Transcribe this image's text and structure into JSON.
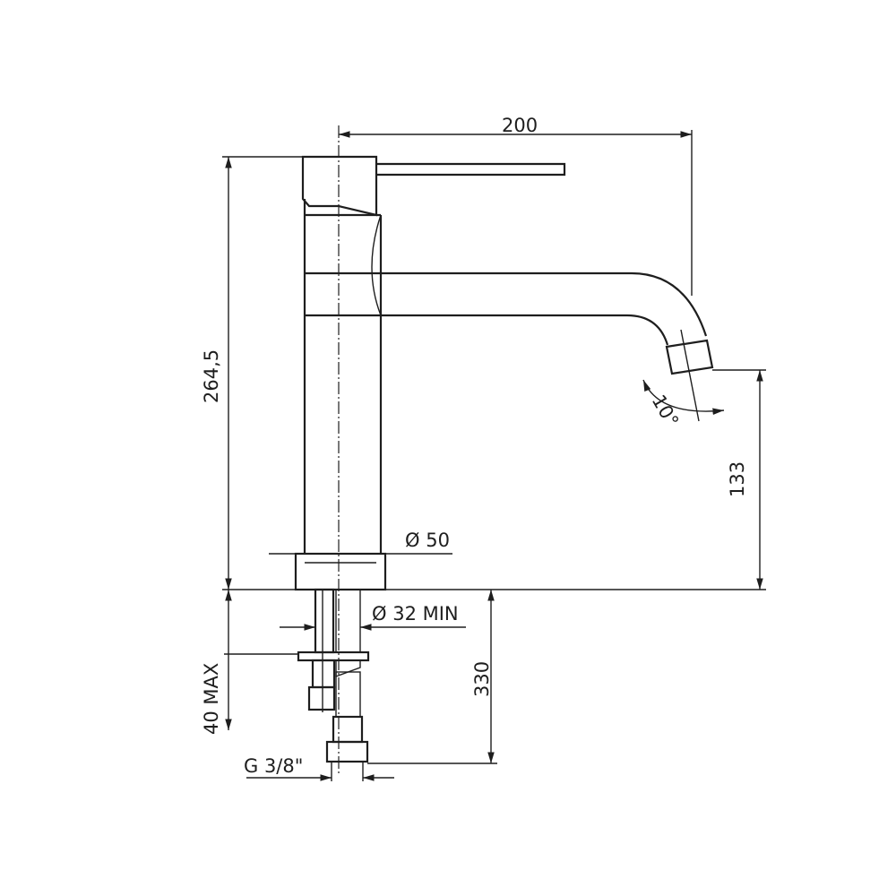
{
  "drawing": {
    "title": "Single-lever basin mixer dimensions",
    "dimensions": {
      "width": "200",
      "height": "264,5",
      "spout_height": "133",
      "body_diameter": "Ø 50",
      "hole_diameter": "Ø 32 MIN",
      "hose_length": "330",
      "max_thickness": "40 MAX",
      "connection": "G 3/8\"",
      "spout_angle": "10°"
    },
    "line_color": "#1e1e1e"
  }
}
